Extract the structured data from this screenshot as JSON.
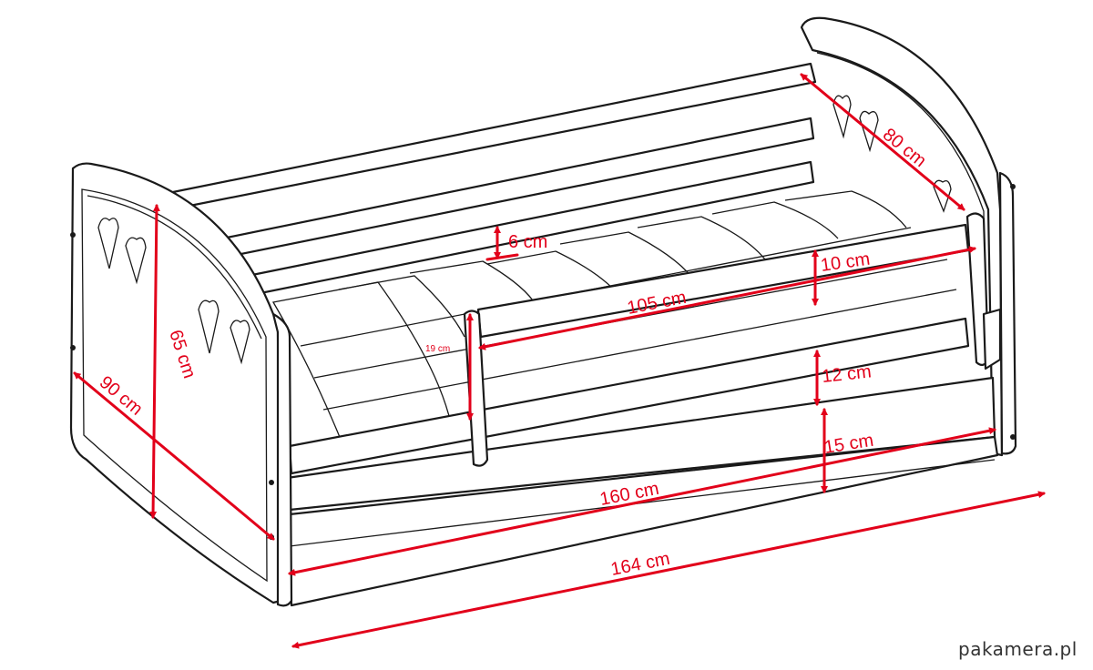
{
  "dimensions": {
    "headboard_width": "80 cm",
    "footboard_depth": "90 cm",
    "height": "65 cm",
    "slat_gap": "6 cm",
    "rail_height": "10 cm",
    "barrier_length": "105 cm",
    "barrier_height": "19 cm",
    "rail_gap": "12 cm",
    "drawer_height": "15 cm",
    "inner_length": "160 cm",
    "total_length": "164 cm"
  },
  "watermark": "pakamera.pl",
  "colors": {
    "dimension": "#e2001a",
    "outline": "#1a1a1a",
    "background": "#ffffff"
  }
}
